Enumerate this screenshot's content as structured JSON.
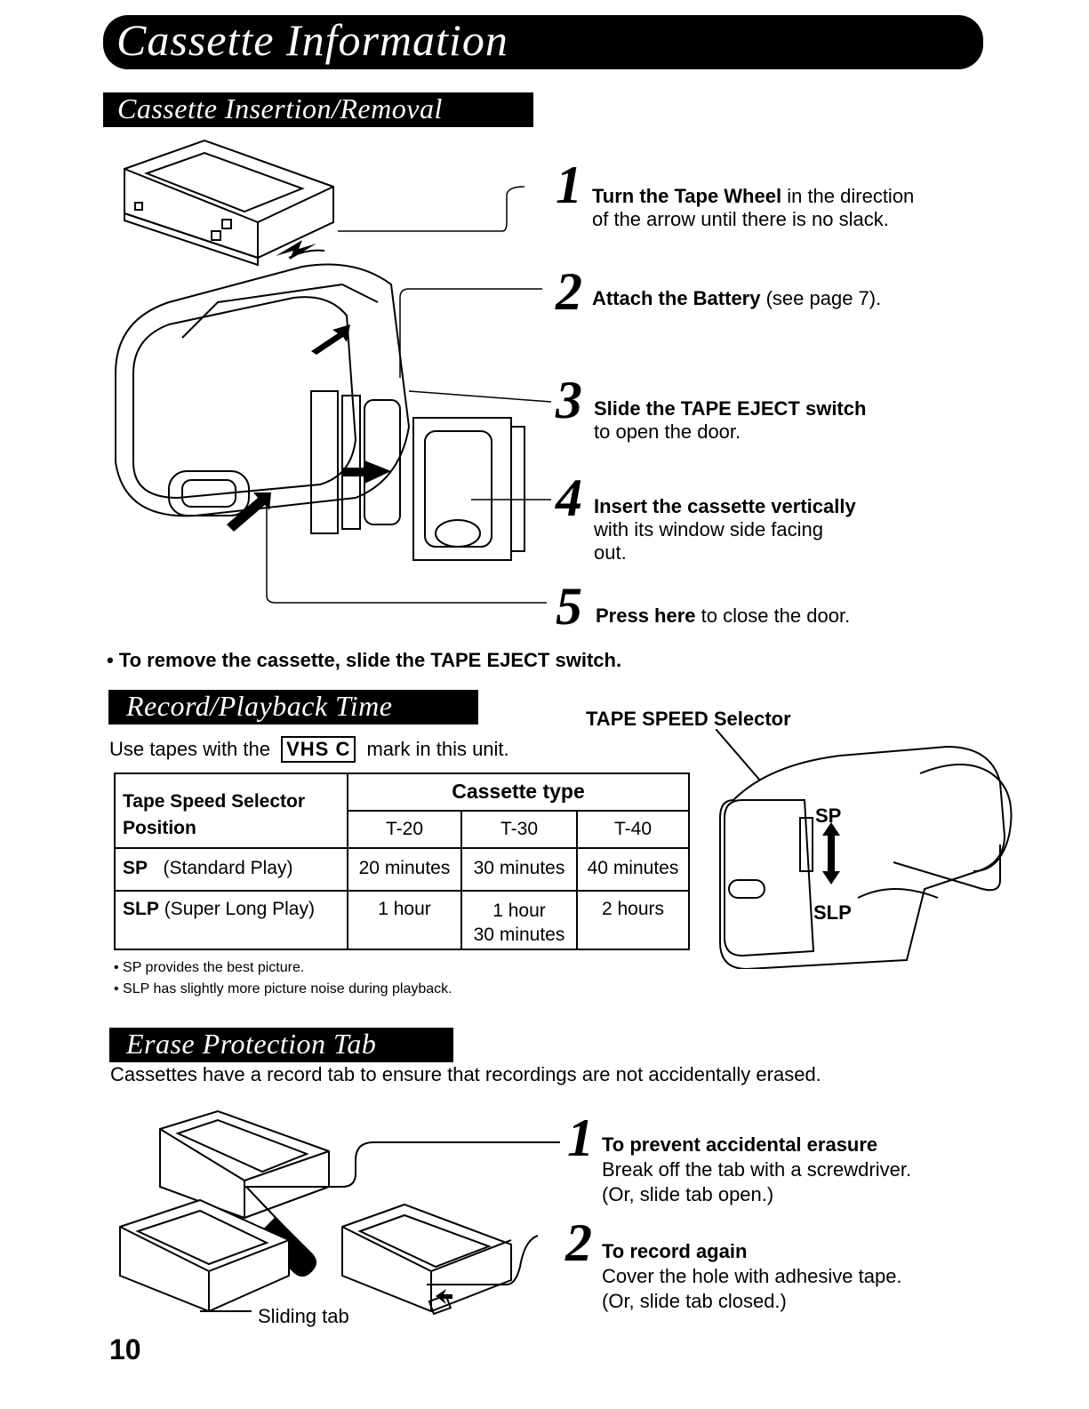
{
  "header": {
    "title": "Cassette Information"
  },
  "insertion": {
    "title": "Cassette Insertion/Removal",
    "steps": [
      {
        "num": "1",
        "bold": "Turn the Tape Wheel",
        "rest": " in the direction",
        "line2": "of the arrow until there is no slack."
      },
      {
        "num": "2",
        "bold": "Attach the Battery",
        "rest": " (see page 7).",
        "line2": ""
      },
      {
        "num": "3",
        "bold": "Slide the TAPE EJECT switch",
        "rest": "",
        "line2": "to open the door."
      },
      {
        "num": "4",
        "bold": "Insert the cassette vertically",
        "rest": "",
        "line2": "with its window side facing",
        "line3": "out."
      },
      {
        "num": "5",
        "bold": "Press here",
        "rest": " to close the door.",
        "line2": ""
      }
    ],
    "remove_note": "• To remove the cassette, slide the TAPE EJECT switch."
  },
  "playback": {
    "title": "Record/Playback Time",
    "intro_before": "Use tapes with the",
    "mark": "VHS C",
    "intro_after": "mark in this unit.",
    "selector_label": "TAPE SPEED Selector",
    "sp_label": "SP",
    "slp_label": "SLP",
    "table": {
      "col1_header_line1": "Tape Speed Selector",
      "col1_header_line2": "Position",
      "group_header": "Cassette type",
      "types": [
        "T-20",
        "T-30",
        "T-40"
      ],
      "rows": [
        {
          "mode": "SP",
          "desc": "(Standard Play)",
          "values": [
            "20 minutes",
            "30 minutes",
            "40 minutes"
          ]
        },
        {
          "mode": "SLP",
          "desc": "(Super Long Play)",
          "values": [
            "1 hour",
            "1 hour",
            "2 hours"
          ],
          "extra": "30 minutes"
        }
      ]
    },
    "notes": [
      "• SP provides the best picture.",
      "• SLP has slightly more picture noise during playback."
    ]
  },
  "erase": {
    "title": "Erase Protection Tab",
    "intro": "Cassettes have a record tab to ensure that recordings are not accidentally erased.",
    "steps": [
      {
        "num": "1",
        "title": "To prevent accidental erasure",
        "line1": "Break off the tab with a screwdriver.",
        "line2": "(Or, slide tab open.)"
      },
      {
        "num": "2",
        "title": "To record again",
        "line1": "Cover the hole with adhesive tape.",
        "line2": "(Or, slide tab closed.)"
      }
    ],
    "sliding_tab_label": "Sliding tab"
  },
  "footer": {
    "page_number": "10"
  }
}
